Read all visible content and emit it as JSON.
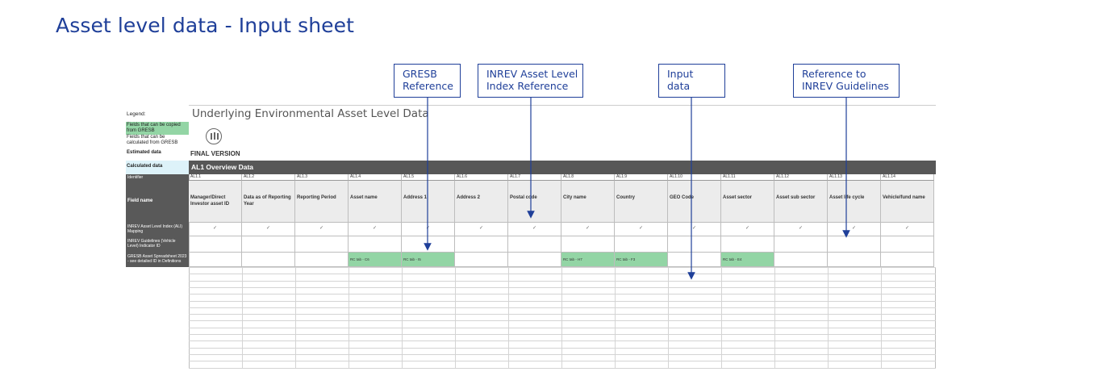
{
  "page": {
    "title": "Asset level data - Input sheet"
  },
  "callouts": {
    "gresb": "GRESB\nReference",
    "index": "INREV Asset Level\nIndex Reference",
    "input": "Input\ndata",
    "guidelines": "Reference to\nINREV Guidelines"
  },
  "legend": {
    "title": "Legend:",
    "copied": "Fields that can be copied from GRESB",
    "calculated": "Fields that can be calculated from GRESB",
    "estimated": "Estimated data",
    "calculated_data": "Calculated data"
  },
  "sheet": {
    "title": "Underlying Environmental Asset Level Data",
    "version": "FINAL VERSION",
    "section": "AL1 Overview Data",
    "icon": "building-icon",
    "colors": {
      "accent": "#1f3f99",
      "green": "#93d5a5",
      "light_blue": "#ddf2f9",
      "bar": "#575757"
    }
  },
  "row_labels": {
    "identifier": "Identifier",
    "field_name": "Field name",
    "ali_mapping": "INREV Asset Level Index (ALI) Mapping",
    "guidelines_id": "INREV Guidelines (Vehicle Level) Indicator ID",
    "spreadsheet": "GRESB Asset Spreadsheet 2023 - see detailed ID in Definitions"
  },
  "columns": [
    {
      "id": "AL1.1",
      "field": "Manager/Direct Investor asset ID",
      "ali": "✓",
      "gresb": ""
    },
    {
      "id": "AL1.2",
      "field": "Data as of Reporting Year",
      "ali": "✓",
      "gresb": ""
    },
    {
      "id": "AL1.3",
      "field": "Reporting Period",
      "ali": "✓",
      "gresb": ""
    },
    {
      "id": "AL1.4",
      "field": "Asset name",
      "ali": "✓",
      "gresb": "RC tab - C6"
    },
    {
      "id": "AL1.5",
      "field": "Address 1",
      "ali": "✓",
      "gresb": "RC tab - I5"
    },
    {
      "id": "AL1.6",
      "field": "Address 2",
      "ali": "✓",
      "gresb": ""
    },
    {
      "id": "AL1.7",
      "field": "Postal code",
      "ali": "✓",
      "gresb": ""
    },
    {
      "id": "AL1.8",
      "field": "City name",
      "ali": "✓",
      "gresb": "RC tab - H7"
    },
    {
      "id": "AL1.9",
      "field": "Country",
      "ali": "✓",
      "gresb": "RC tab - F3"
    },
    {
      "id": "AL1.10",
      "field": "GEO Code",
      "ali": "✓",
      "gresb": ""
    },
    {
      "id": "AL1.11",
      "field": "Asset sector",
      "ali": "✓",
      "gresb": "RC tab - E4"
    },
    {
      "id": "AL1.12",
      "field": "Asset sub sector",
      "ali": "✓",
      "gresb": ""
    },
    {
      "id": "AL1.13",
      "field": "Asset life cycle",
      "ali": "✓",
      "gresb": ""
    },
    {
      "id": "AL1.14",
      "field": "Vehicle/fund name",
      "ali": "✓",
      "gresb": ""
    }
  ]
}
